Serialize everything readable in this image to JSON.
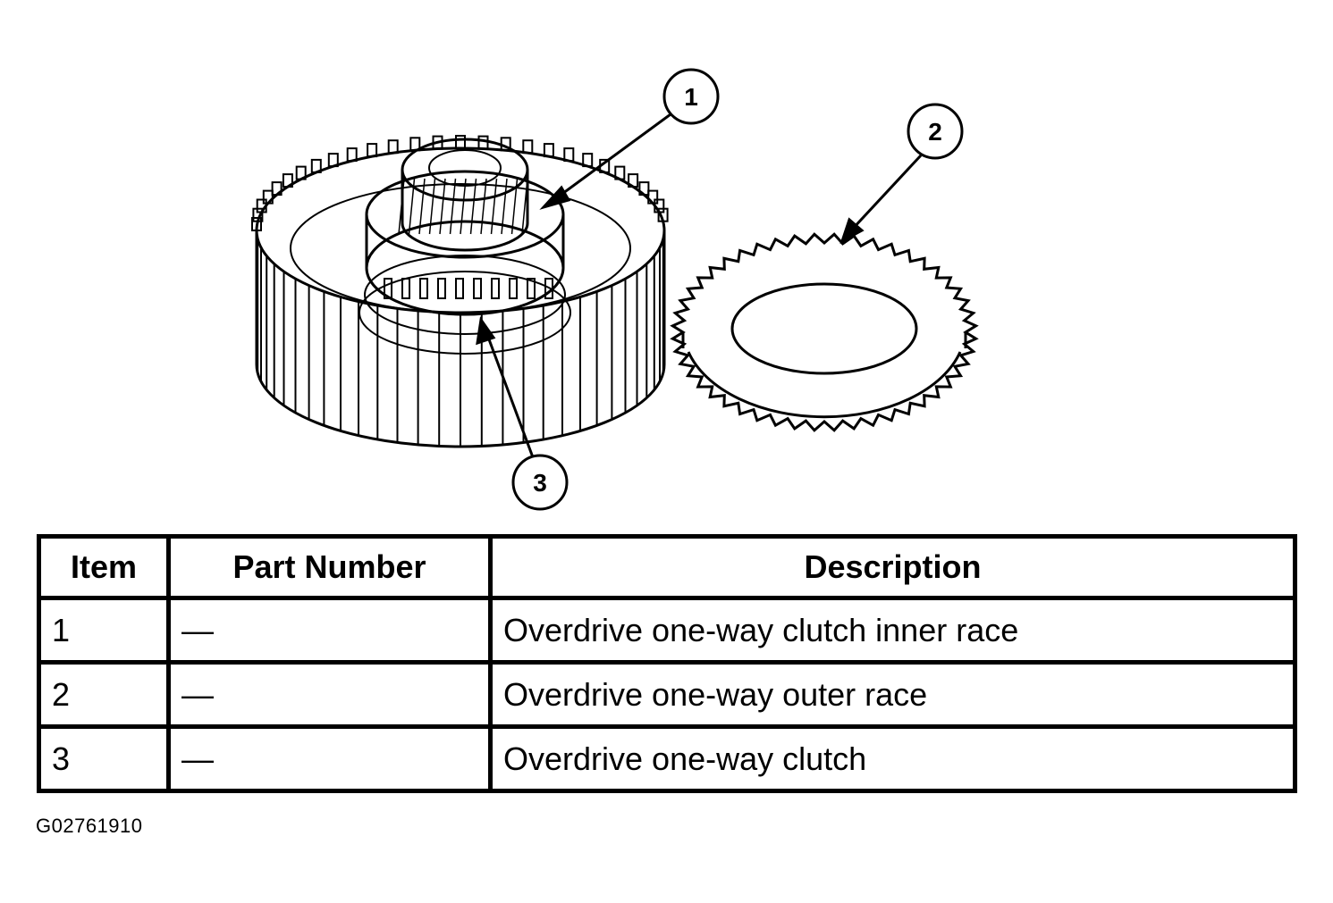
{
  "callouts": [
    "1",
    "2",
    "3"
  ],
  "table": {
    "headers": [
      "Item",
      "Part Number",
      "Description"
    ],
    "rows": [
      {
        "item": "1",
        "part_number": "—",
        "description": "Overdrive one-way clutch inner race"
      },
      {
        "item": "2",
        "part_number": "—",
        "description": "Overdrive one-way outer race"
      },
      {
        "item": "3",
        "part_number": "—",
        "description": "Overdrive one-way clutch"
      }
    ]
  },
  "figure_id": "G02761910"
}
